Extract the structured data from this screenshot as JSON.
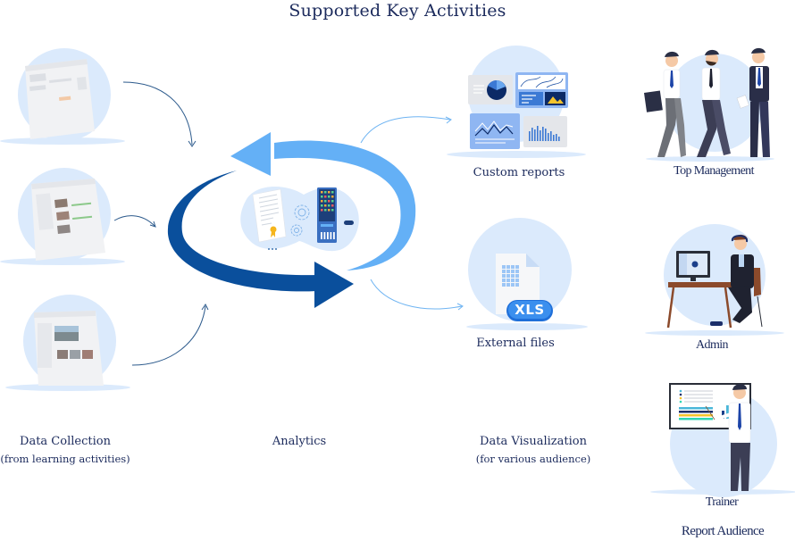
{
  "title": "Supported Key Activities",
  "stages": {
    "data_collection": {
      "label": "Data Collection",
      "sublabel": "(from learning activities)",
      "screens": [
        "learning-activity-screenshot-1",
        "learning-activity-screenshot-2",
        "learning-activity-screenshot-3"
      ]
    },
    "analytics": {
      "label": "Analytics",
      "illustration": [
        "certificate-icon",
        "gears-icon",
        "server-rack-icon",
        "cycle-arrows-icon"
      ]
    },
    "data_visualization": {
      "label": "Data Visualization",
      "sublabel": "(for various audience)",
      "outputs": [
        {
          "label": "Custom reports",
          "icon": "dashboard-charts-icon"
        },
        {
          "label": "External files",
          "icon": "xls-file-icon",
          "badge": "XLS"
        }
      ]
    }
  },
  "report_audience": {
    "heading": "Report Audience",
    "roles": [
      {
        "label": "Top Management",
        "icon": "business-people-icon"
      },
      {
        "label": "Admin",
        "icon": "admin-at-desk-icon"
      },
      {
        "label": "Trainer",
        "icon": "trainer-presenting-icon"
      }
    ]
  },
  "colors": {
    "text": "#1b2a5c",
    "circle_bg": "#dbeafc",
    "arrow_light": "#64b0f6",
    "arrow_dark": "#0a4f9c",
    "connector": "#2c5a8c"
  }
}
